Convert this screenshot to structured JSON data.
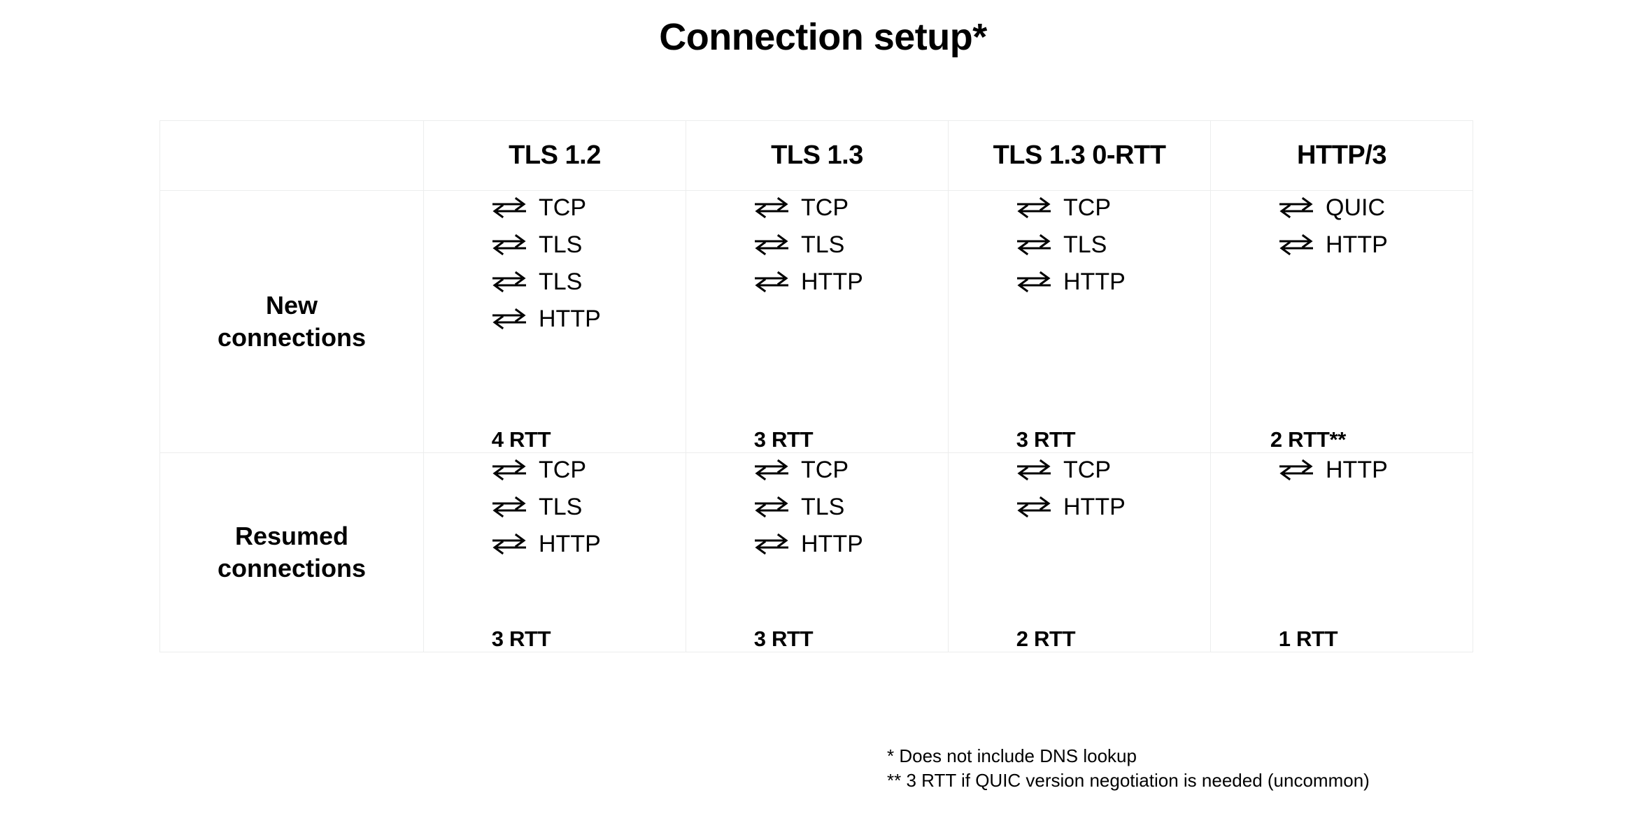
{
  "title": "Connection setup*",
  "table": {
    "corner_label": "",
    "columns": [
      "TLS 1.2",
      "TLS 1.3",
      "TLS 1.3 0-RTT",
      "HTTP/3"
    ],
    "rows": [
      {
        "label_line1": "New",
        "label_line2": "connections",
        "cells": [
          {
            "steps": [
              "TCP",
              "TLS",
              "TLS",
              "HTTP"
            ],
            "rtt": "4 RTT"
          },
          {
            "steps": [
              "TCP",
              "TLS",
              "HTTP"
            ],
            "rtt": "3 RTT"
          },
          {
            "steps": [
              "TCP",
              "TLS",
              "HTTP"
            ],
            "rtt": "3 RTT"
          },
          {
            "steps": [
              "QUIC",
              "HTTP"
            ],
            "rtt": "2 RTT**"
          }
        ]
      },
      {
        "label_line1": "Resumed",
        "label_line2": "connections",
        "cells": [
          {
            "steps": [
              "TCP",
              "TLS",
              "HTTP"
            ],
            "rtt": "3 RTT"
          },
          {
            "steps": [
              "TCP",
              "TLS",
              "HTTP"
            ],
            "rtt": "3 RTT"
          },
          {
            "steps": [
              "TCP",
              "HTTP"
            ],
            "rtt": "2 RTT"
          },
          {
            "steps": [
              "HTTP"
            ],
            "rtt": "1 RTT"
          }
        ]
      }
    ]
  },
  "footnotes": [
    "* Does not include DNS lookup",
    "** 3 RTT if QUIC version negotiation is needed (uncommon)"
  ],
  "icons": {
    "roundtrip": "bidirectional-arrows-icon"
  },
  "colors": {
    "background": "#ffffff",
    "text": "#000000",
    "border": "#eceded"
  }
}
